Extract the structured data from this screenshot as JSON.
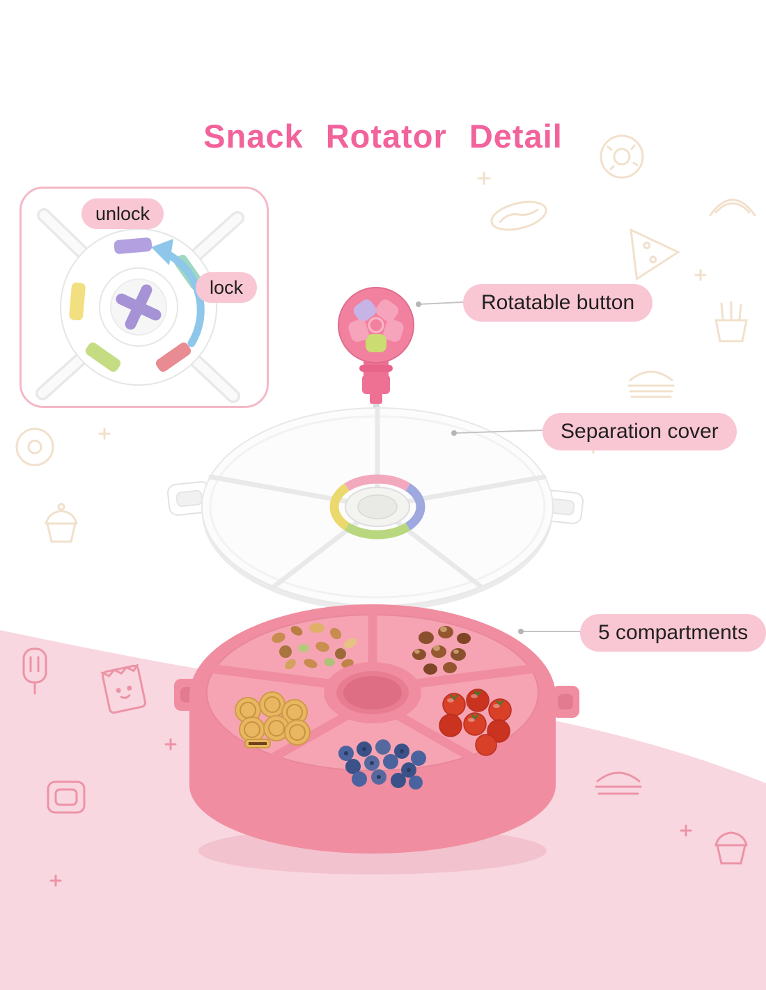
{
  "title": "Snack Rotator Detail",
  "detail_inset": {
    "unlock_label": "unlock",
    "lock_label": "lock"
  },
  "callouts": [
    {
      "label": "Rotatable button"
    },
    {
      "label": "Separation cover"
    },
    {
      "label": "5 compartments"
    }
  ],
  "compartment_contents": [
    "mixed nuts",
    "hazelnuts",
    "cookies",
    "cherry tomatoes",
    "blueberries"
  ],
  "background_doodles": [
    "donut",
    "pizza-slice",
    "hot-dog",
    "croissant",
    "french-fries",
    "burger",
    "cupcake",
    "popsicle",
    "snack-bag",
    "toast",
    "sparkles"
  ],
  "colors": {
    "title_text": "#f2639c",
    "label_background": "#f9c6d3",
    "label_text": "#202020",
    "container_pink": "#f18da0",
    "ground_pink": "#f8d7e0",
    "cover_white": "#fcfcfc",
    "arrow_blue": "#8ec7ea",
    "knob_purple": "#a593d6"
  }
}
